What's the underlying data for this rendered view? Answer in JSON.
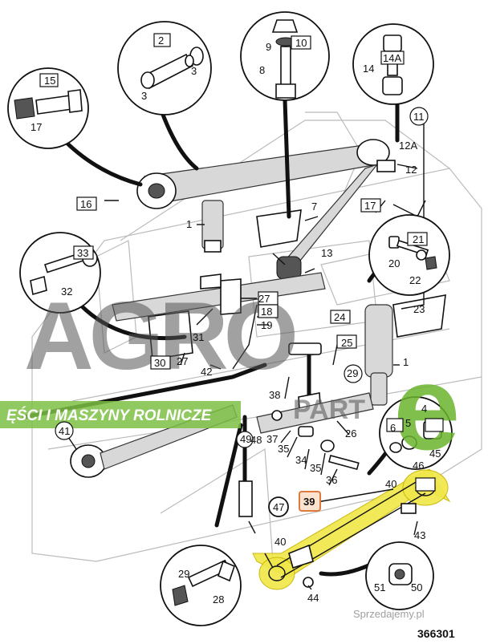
{
  "labels": {
    "l1a": "1",
    "l1b": "1",
    "l2": "2",
    "l3a": "3",
    "l3b": "3",
    "l4": "4",
    "l5": "5",
    "l6": "6",
    "l7": "7",
    "l8": "8",
    "l9": "9",
    "l10": "10",
    "l11": "11",
    "l12": "12",
    "l12a": "12A",
    "l13": "13",
    "l14": "14",
    "l14a": "14A",
    "l15": "15",
    "l16": "16",
    "l17a": "17",
    "l17b": "17",
    "l18": "18",
    "l19": "19",
    "l20": "20",
    "l21": "21",
    "l22": "22",
    "l23": "23",
    "l24": "24",
    "l25": "25",
    "l26": "26",
    "l27a": "27",
    "l27b": "27",
    "l28": "28",
    "l29": "29",
    "l30": "30",
    "l31": "31",
    "l32": "32",
    "l33": "33",
    "l34": "34",
    "l35a": "35",
    "l35b": "35",
    "l36": "36",
    "l37": "37",
    "l38": "38",
    "l39": "39",
    "l40a": "40",
    "l40b": "40",
    "l41": "41",
    "l42": "42",
    "l43": "43",
    "l44": "44",
    "l45": "45",
    "l46": "46",
    "l47": "47",
    "l48": "48",
    "l49": "49",
    "l50": "50",
    "l51": "51"
  },
  "drawing_number": "366301",
  "watermark": {
    "brand_main": "AGRO",
    "brand_sub": "PART",
    "brand_e": "e",
    "banner": "ĘŚCI I MASZYNY ROLNICZE",
    "site": "Sprzedajemy.pl"
  },
  "colors": {
    "highlight": "#f0e84a",
    "banner": "#7cc043",
    "brand_green": "#6ab42d",
    "label_39_box": "#e07a3c"
  }
}
